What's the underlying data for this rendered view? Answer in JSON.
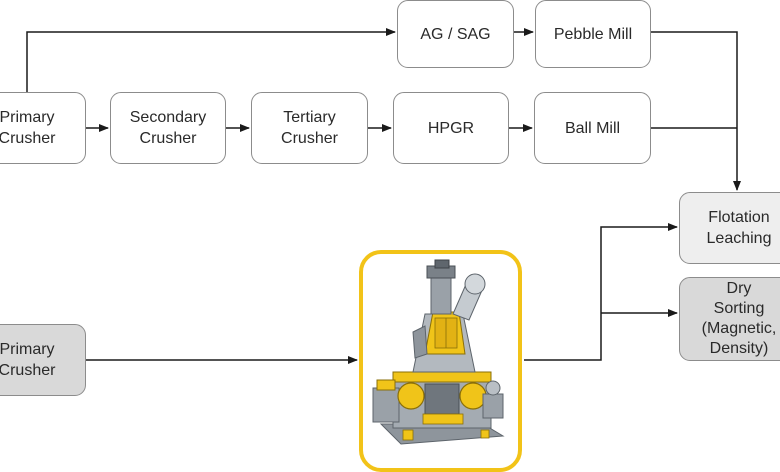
{
  "colors": {
    "line": "#1a1a1a",
    "box_border": "#8c8c8c",
    "box_shaded": "#d9d9d9",
    "highlight": "#f2c318",
    "mill_yellow": "#f0c419",
    "mill_gray": "#9aa1a8"
  },
  "nodes": {
    "ag_sag": "AG / SAG",
    "pebble_mill": "Pebble Mill",
    "primary_crusher_top": "Primary\nCrusher",
    "secondary_crusher": "Secondary\nCrusher",
    "tertiary_crusher": "Tertiary\nCrusher",
    "hpgr": "HPGR",
    "ball_mill": "Ball Mill",
    "flotation_leaching": "Flotation\nLeaching",
    "dry_sorting": "Dry\nSorting\n(Magnetic,\nDensity)",
    "primary_crusher_bottom": "Primary\nCrusher"
  },
  "icons": {
    "vertical_roller_mill": "vertical-roller-mill-icon"
  }
}
